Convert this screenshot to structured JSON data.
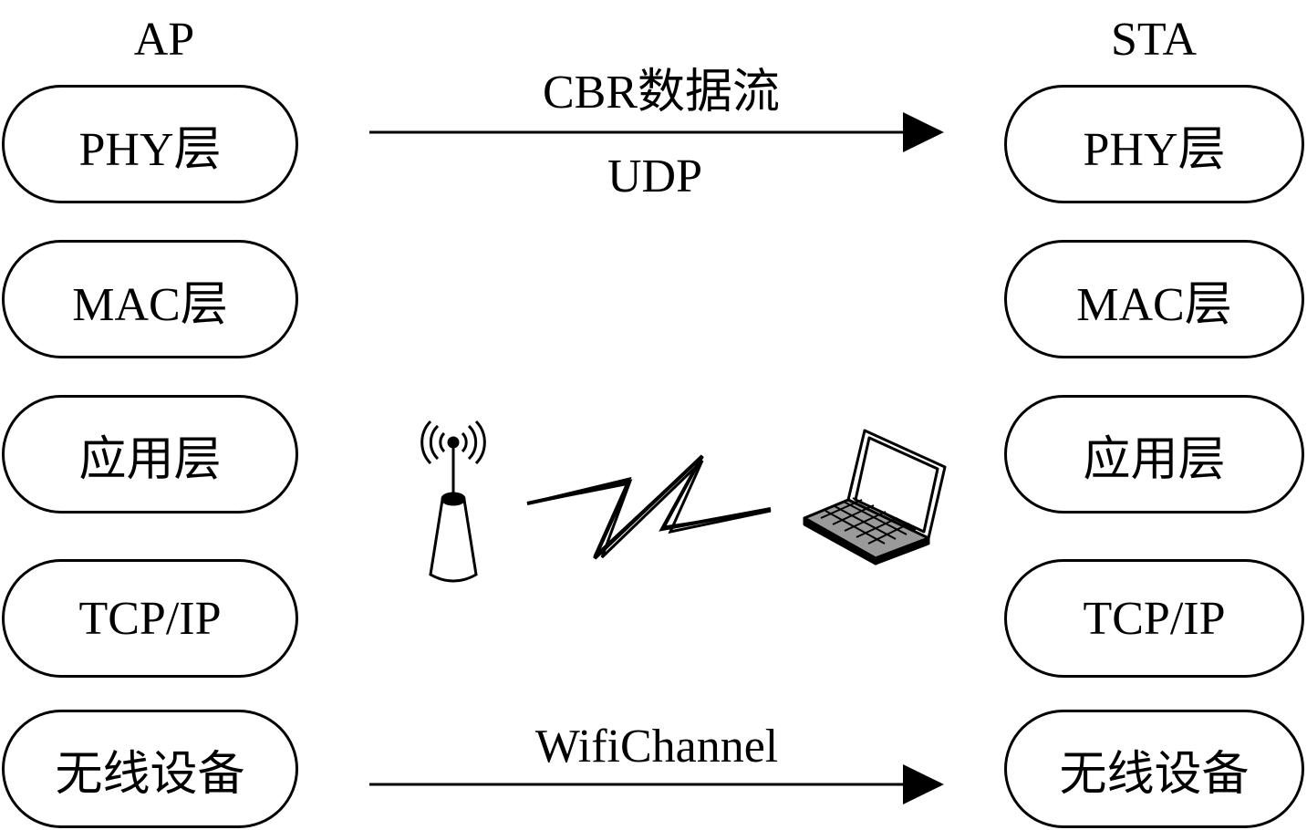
{
  "ap": {
    "title": "AP",
    "layers": [
      "PHY层",
      "MAC层",
      "应用层",
      "TCP/IP",
      "无线设备"
    ]
  },
  "sta": {
    "title": "STA",
    "layers": [
      "PHY层",
      "MAC层",
      "应用层",
      "TCP/IP",
      "无线设备"
    ]
  },
  "top_flow": {
    "label_above": "CBR数据流",
    "label_below": "UDP"
  },
  "bottom_flow": {
    "label_above": "WifiChannel"
  },
  "icons": [
    "antenna-tower-icon",
    "wireless-link-icon",
    "laptop-icon",
    "arrow-right-icon"
  ]
}
